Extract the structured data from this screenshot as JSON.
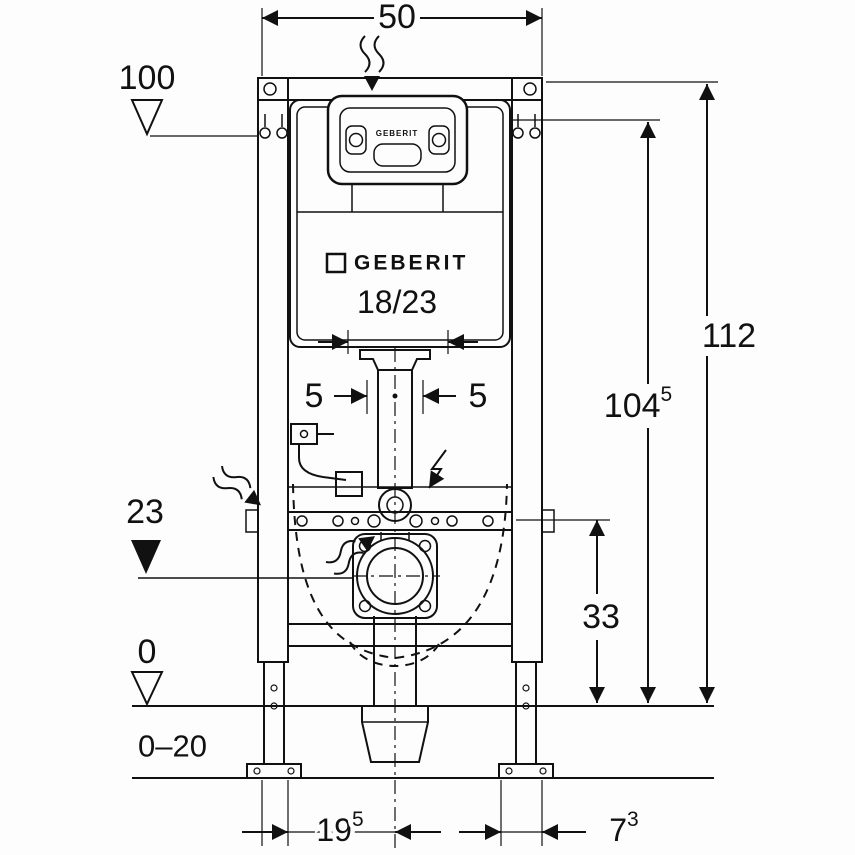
{
  "drawing": {
    "product": {
      "logo": "GEBERIT",
      "plate_logo": "GEBERIT",
      "model_label": "18/23"
    },
    "dimensions": {
      "frame_width": "50",
      "level_100": "100",
      "total_height": "112",
      "plate_center_height": {
        "value": "104",
        "sup": "5"
      },
      "pipe_clearance_left": "5",
      "pipe_clearance_right": "5",
      "outlet_center_level": "23",
      "bracket_height": "33",
      "floor_level": "0",
      "floor_buildup_range": "0–20",
      "outlet_offset": {
        "value": "19",
        "sup": "5"
      },
      "side_offset": {
        "value": "7",
        "sup": "3"
      }
    },
    "colors": {
      "line": "#111111",
      "background": "#fdfdfd"
    }
  }
}
